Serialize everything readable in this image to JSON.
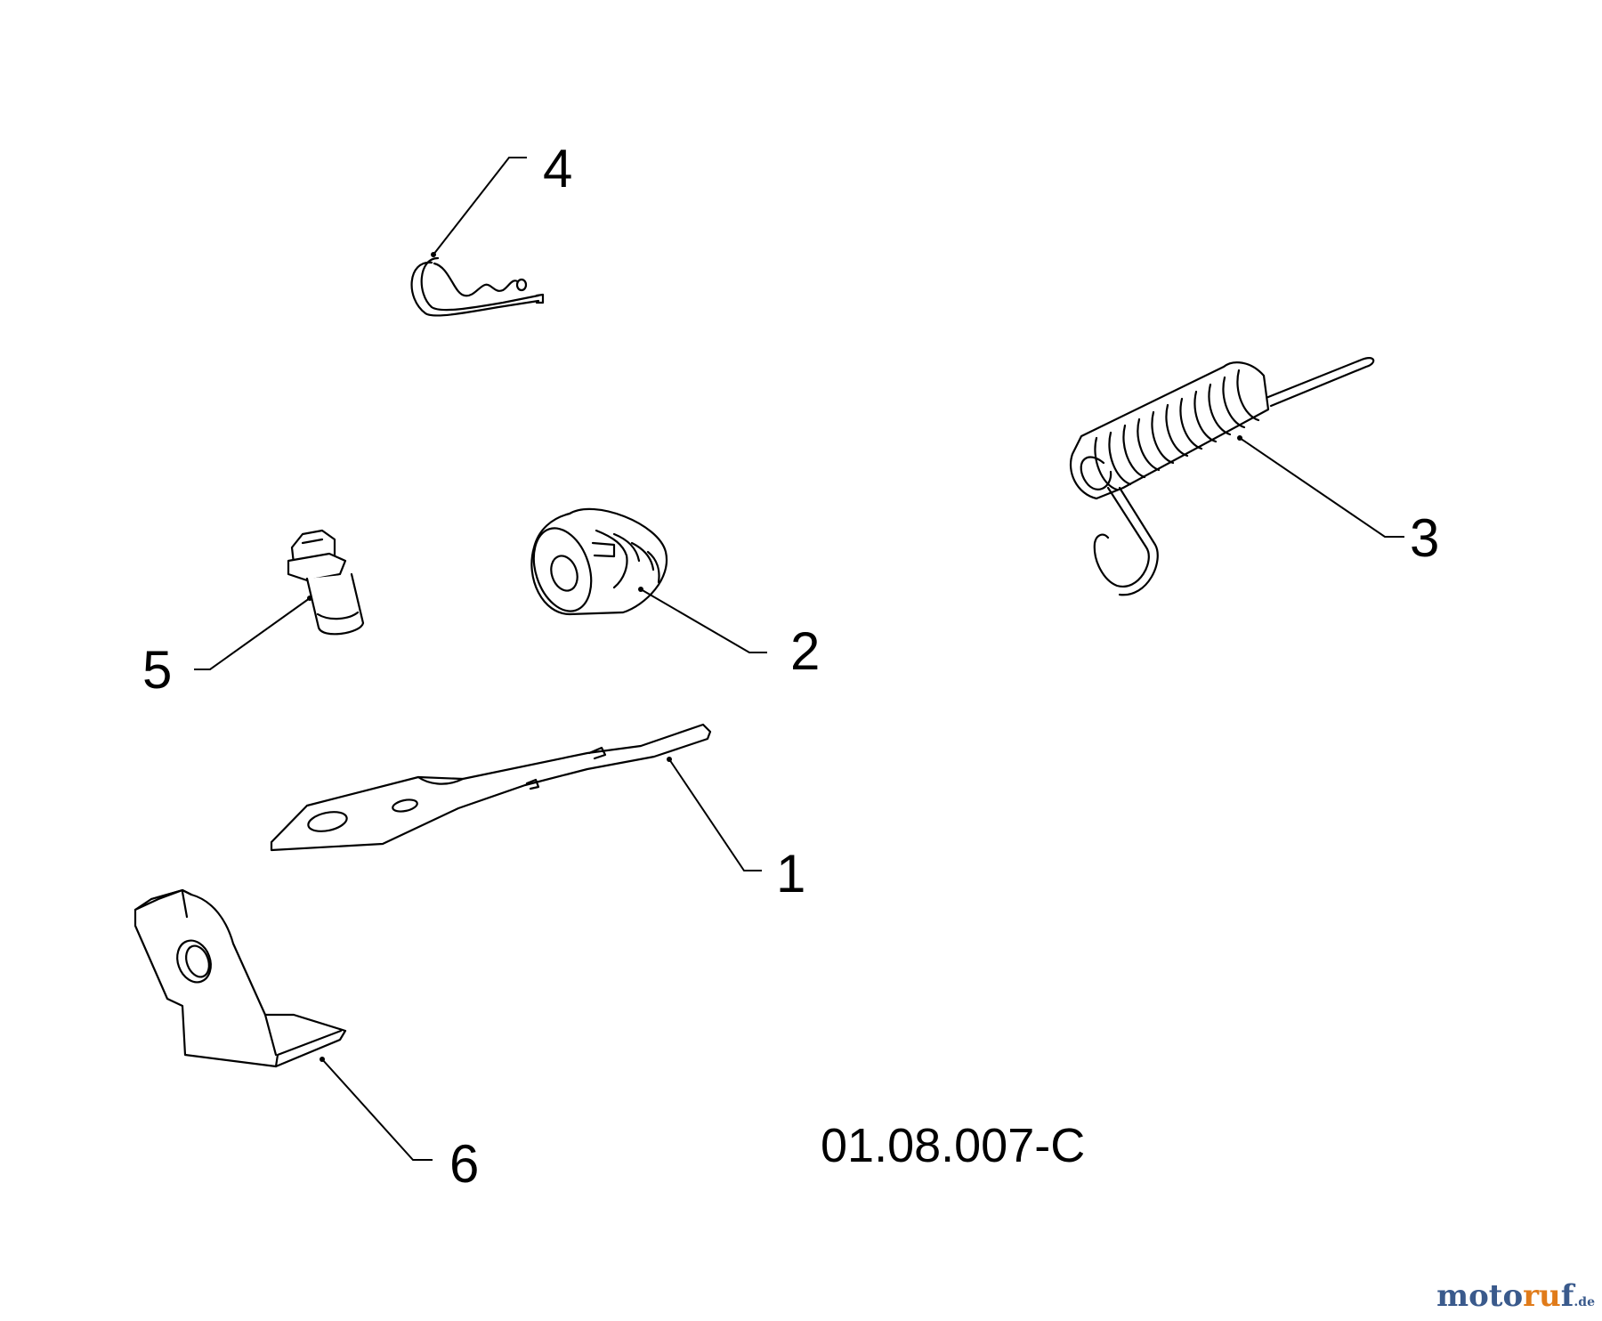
{
  "diagram": {
    "callouts": [
      {
        "id": "1",
        "label": "1"
      },
      {
        "id": "2",
        "label": "2"
      },
      {
        "id": "3",
        "label": "3"
      },
      {
        "id": "4",
        "label": "4"
      },
      {
        "id": "5",
        "label": "5"
      },
      {
        "id": "6",
        "label": "6"
      }
    ],
    "drawing_code": "01.08.007-C"
  },
  "watermark": {
    "part_a": "moto",
    "part_b": "ru",
    "part_c": "f",
    "tld": ".de",
    "colors": {
      "blue": "#3a5a8c",
      "orange": "#e07b1a"
    }
  }
}
